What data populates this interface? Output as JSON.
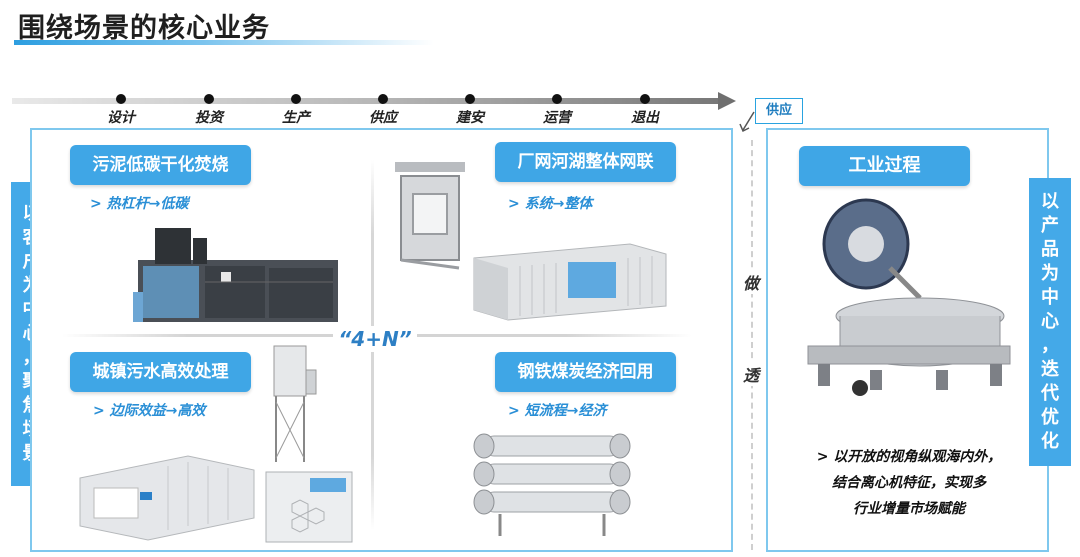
{
  "header": {
    "title": "围绕场景的核心业务"
  },
  "timeline": {
    "stages": [
      "设计",
      "投资",
      "生产",
      "供应",
      "建安",
      "运营",
      "退出"
    ],
    "supply_label": "供应"
  },
  "left_label": [
    "以",
    "客",
    "户",
    "为",
    "中",
    "心",
    "，",
    "聚",
    "焦",
    "场",
    "景"
  ],
  "right_label": [
    "以",
    "产",
    "品",
    "为",
    "中",
    "心",
    "，",
    "迭",
    "代",
    "优",
    "化"
  ],
  "center_label": "“4+N”",
  "quadrants": [
    {
      "title": "污泥低碳干化焚烧",
      "subtitle": "> 热杠杆→低碳"
    },
    {
      "title": "厂网河湖整体网联",
      "subtitle": "> 系统→整体"
    },
    {
      "title": "城镇污水高效处理",
      "subtitle": "> 边际效益→高效"
    },
    {
      "title": "钢铁煤炭经济回用",
      "subtitle": "> 短流程→经济"
    }
  ],
  "divider_words": {
    "top": "做",
    "bottom": "透"
  },
  "right_panel": {
    "title": "工业过程",
    "text_lines": [
      "> 以开放的视角纵观海内外，",
      "结合离心机特征，实现多",
      "行业增量市场赋能"
    ]
  },
  "colors": {
    "accent": "#3fa6e6",
    "frame": "#7fc8ee",
    "accent_text": "#2a8fd6"
  }
}
